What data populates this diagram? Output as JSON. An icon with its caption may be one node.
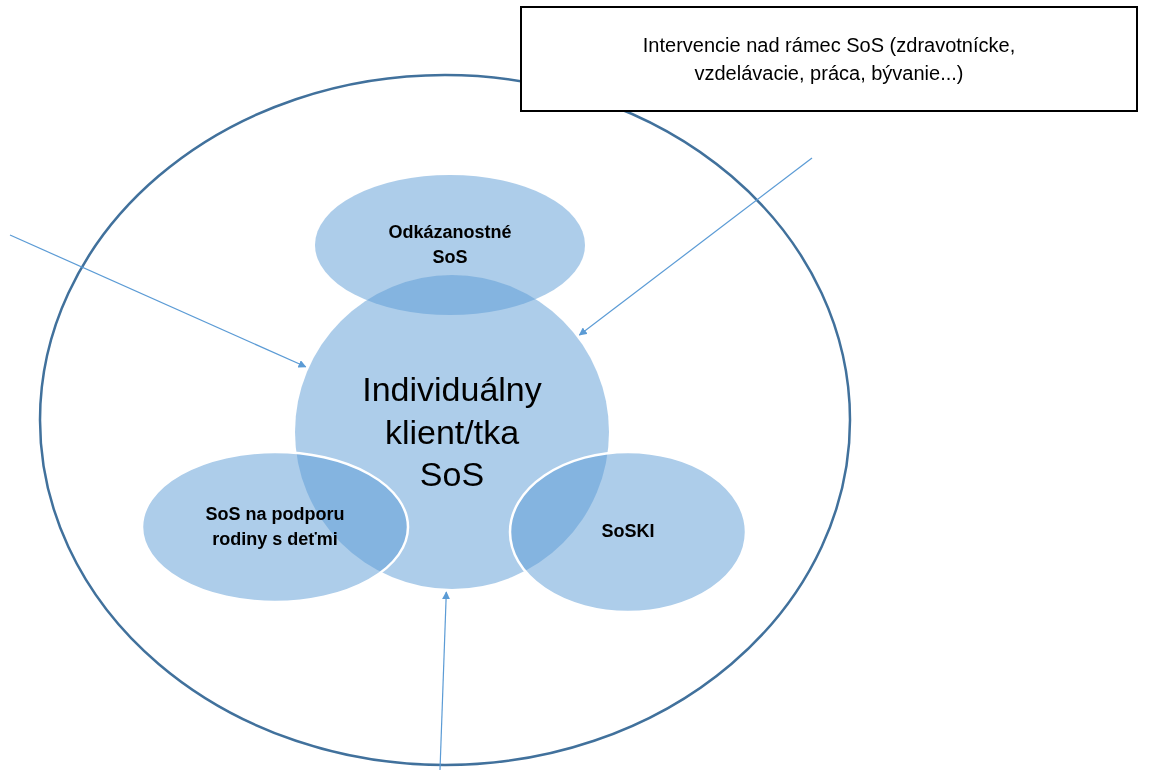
{
  "diagram": {
    "nodes": [
      {
        "text": [],
        "shape": "circle"
      },
      {
        "text": [
          "Intervencie nad rámec SoS (zdravotnícke, vzdelávacie, práca, bývanie...)"
        ]
      },
      {
        "text": [
          "Odkázanostné SoS"
        ],
        "in": 0
      },
      {
        "text": [
          "Individuálny klient/tka SoS"
        ],
        "in": 0
      },
      {
        "text": [
          "SoS na podporu rodiny s deťmi"
        ],
        "in": 0
      },
      {
        "text": [
          "SoSKI"
        ],
        "in": 0
      }
    ],
    "edges": [
      {
        "from": null,
        "to": 3,
        "arrow": "to"
      },
      {
        "from": null,
        "to": 3,
        "arrow": "to"
      },
      {
        "from": null,
        "to": 3,
        "arrow": "to"
      }
    ]
  }
}
